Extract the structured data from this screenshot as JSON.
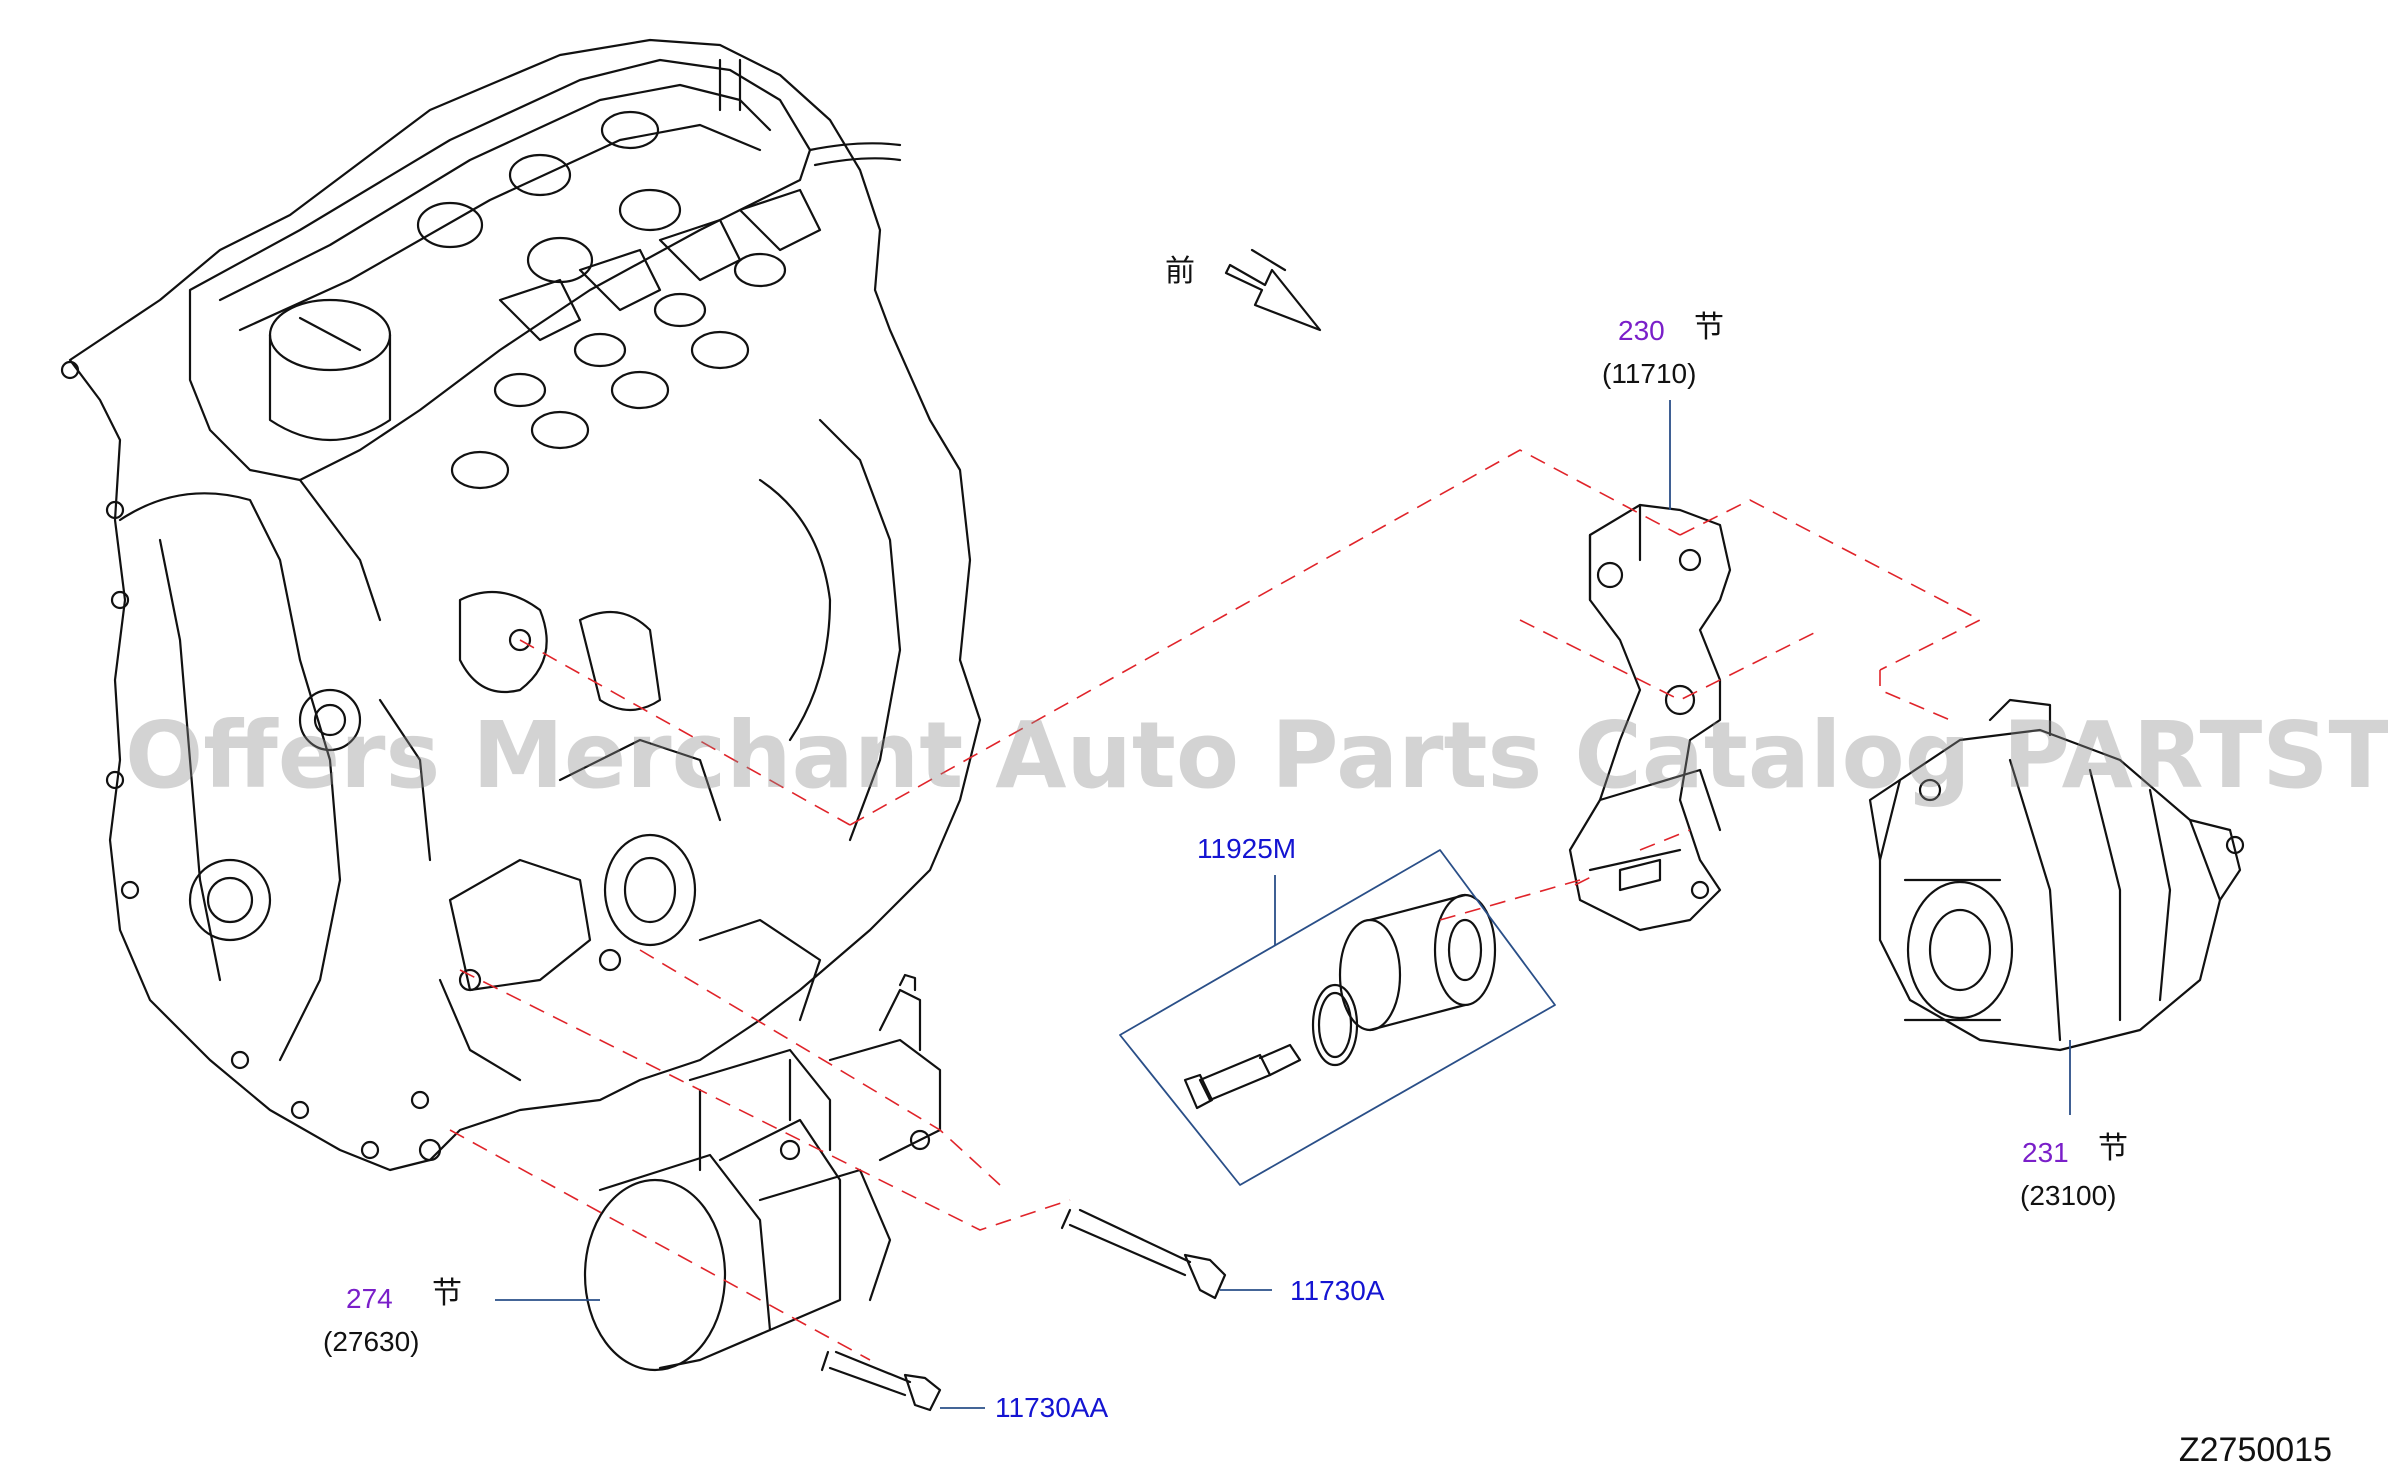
{
  "diagram": {
    "front_label": "前",
    "watermark": "Offers Merchant Auto Parts Catalog PARTSTORE.SA",
    "drawing_code": "Z2750015",
    "section_suffix": "节",
    "callouts": {
      "bracket": {
        "section": "230",
        "part_no": "(11710)"
      },
      "alternator": {
        "section": "231",
        "part_no": "(23100)"
      },
      "compressor": {
        "section": "274",
        "part_no": "(27630)"
      },
      "bolt_kit": {
        "part_no": "11925M"
      },
      "bolt_a": {
        "part_no": "11730A"
      },
      "bolt_aa": {
        "part_no": "11730AA"
      }
    }
  }
}
